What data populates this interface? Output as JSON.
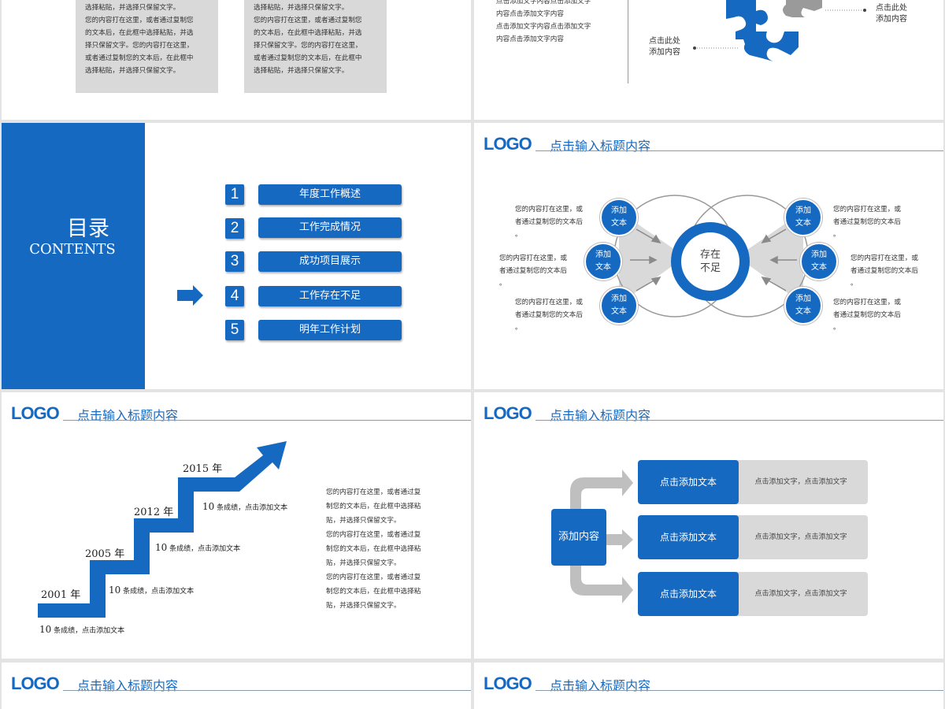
{
  "slide1": {
    "box_left": [
      "选择粘贴，并选择只保留文字。",
      "您的内容打在这里，或者通过复制您",
      "的文本后，在此框中选择粘贴，并选",
      "择只保留文字。您的内容打在这里，",
      "或者通过复制您的文本后，在此框中",
      "选择粘贴，并选择只保留文字。"
    ],
    "box_right": [
      "选择粘贴，并选择只保留文字。",
      "您的内容打在这里，或者通过复制您",
      "的文本后，在此框中选择粘贴，并选",
      "择只保留文字。您的内容打在这里，",
      "或者通过复制您的文本后，在此框中",
      "选择粘贴，并选择只保留文字。"
    ]
  },
  "slide2": {
    "top_lines": [
      "点击添加文字内容点击添加文字",
      "内容点击添加文字内容",
      "点击添加文字内容点击添加文字",
      "内容点击添加文字内容"
    ],
    "label_right": [
      "点击此处",
      "添加内容"
    ],
    "label_left": [
      "点击此处",
      "添加内容"
    ]
  },
  "slide3": {
    "title": "目录",
    "subtitle": "CONTENTS",
    "items": [
      {
        "num": "1",
        "label": "年度工作概述"
      },
      {
        "num": "2",
        "label": "工作完成情况"
      },
      {
        "num": "3",
        "label": "成功项目展示"
      },
      {
        "num": "4",
        "label": "工作存在不足"
      },
      {
        "num": "5",
        "label": "明年工作计划"
      }
    ]
  },
  "slide4": {
    "logo": "LOGO",
    "title": "点击输入标题内容",
    "center": [
      "存在",
      "不足"
    ],
    "bubble": [
      "添加",
      "文本"
    ],
    "left_texts": [
      [
        "您的内容打在这里，或",
        "者通过复制您的文本后",
        "。"
      ],
      [
        "您的内容打在这里，或",
        "者通过复制您的文本后",
        "。"
      ],
      [
        "您的内容打在这里，或",
        "者通过复制您的文本后",
        "。"
      ]
    ],
    "right_texts": [
      [
        "您的内容打在这里，或",
        "者通过复制您的文本后",
        "。"
      ],
      [
        "您的内容打在这里，或",
        "者通过复制您的文本后",
        "。"
      ],
      [
        "您的内容打在这里，或",
        "者通过复制您的文本后",
        "。"
      ]
    ]
  },
  "slide5": {
    "logo": "LOGO",
    "title": "点击输入标题内容",
    "years": [
      "2001 年",
      "2005 年",
      "2012 年",
      "2015 年"
    ],
    "notes": [
      {
        "num": "10",
        "text": "条成绩，点击添加文本"
      },
      {
        "num": "10",
        "text": "条成绩，点击添加文本"
      },
      {
        "num": "10",
        "text": "条成绩，点击添加文本"
      },
      {
        "num": "10",
        "text": "条成绩，点击添加文本"
      }
    ],
    "paragraph": [
      "您的内容打在这里，或者通过复",
      "制您的文本后，在此框中选择粘",
      "贴，并选择只保留文字。",
      "您的内容打在这里，或者通过复",
      "制您的文本后，在此框中选择粘",
      "贴，并选择只保留文字。",
      "您的内容打在这里，或者通过复",
      "制您的文本后，在此框中选择粘",
      "贴，并选择只保留文字。"
    ]
  },
  "slide6": {
    "logo": "LOGO",
    "title": "点击输入标题内容",
    "source": "添加内容",
    "rows": [
      {
        "label": "点击添加文本",
        "desc": "点击添加文字，点击添加文字"
      },
      {
        "label": "点击添加文本",
        "desc": "点击添加文字，点击添加文字"
      },
      {
        "label": "点击添加文本",
        "desc": "点击添加文字，点击添加文字"
      }
    ]
  },
  "slide7": {
    "logo": "LOGO",
    "title": "点击输入标题内容"
  },
  "slide8": {
    "logo": "LOGO",
    "title": "点击输入标题内容"
  },
  "colors": {
    "accent": "#1669c1",
    "grey": "#d9d9d9",
    "arrow_grey": "#bfbfbf"
  }
}
